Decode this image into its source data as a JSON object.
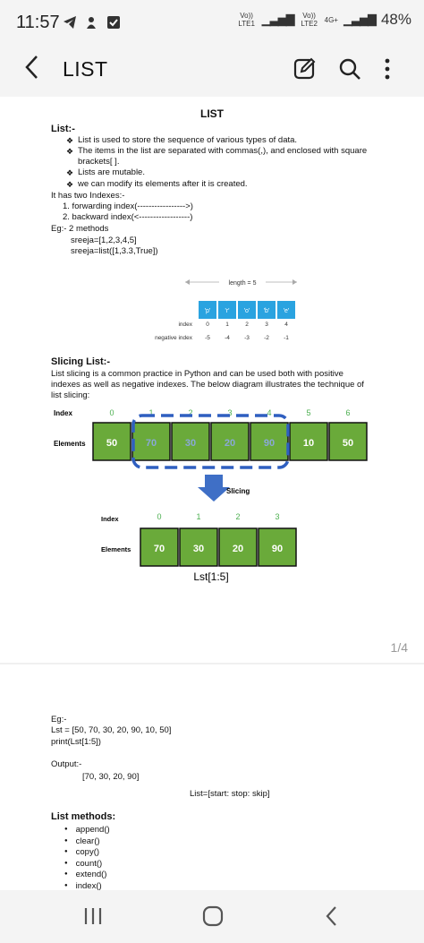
{
  "status": {
    "time": "11:57",
    "left_icons": [
      "telegram-icon",
      "bluetooth-like-icon",
      "checkbox-icon"
    ],
    "sim1": "Vo)) LTE1",
    "sim2": "Vo)) LTE2",
    "net_type": "4G+",
    "battery": "48%"
  },
  "appbar": {
    "title": "LIST",
    "back_icon": "back-arrow-icon",
    "actions": [
      "edit-icon",
      "search-icon",
      "more-vert-icon"
    ]
  },
  "page1": {
    "title": "LIST",
    "section1_heading": "List:-",
    "bullets": [
      "List is used to store the sequence of various types of data.",
      "The items in the list are separated with commas(,), and enclosed with square",
      "brackets[ ].",
      "Lists are mutable.",
      "we can modify its elements after it is created."
    ],
    "indexes_intro": "It has two Indexes:-",
    "index_items": [
      "1.  forwarding index(----------------->)",
      "2.  backward index(<------------------)"
    ],
    "example_title": "Eg:- 2 methods",
    "example_lines": [
      "sreeja=[1,2,3,4,5]",
      "sreeja=list([1,3.3,True])"
    ],
    "diagram1": {
      "length_label": "length = 5",
      "cells": [
        "'p'",
        "'r'",
        "'o'",
        "'b'",
        "'e'"
      ],
      "index_label": "index",
      "neg_label": "negative index",
      "indexes": [
        "0",
        "1",
        "2",
        "3",
        "4"
      ],
      "neg_indexes": [
        "-5",
        "-4",
        "-3",
        "-2",
        "-1"
      ]
    },
    "section2_heading": "Slicing List:-",
    "slicing_text": [
      "List slicing is a common practice in Python and can be used both with positive",
      "indexes as well as negative indexes. The below diagram illustrates the technique of",
      "list slicing:"
    ],
    "diagram2": {
      "index_label": "Index",
      "elements_label": "Elements",
      "top_indexes": [
        "0",
        "1",
        "2",
        "3",
        "4",
        "5",
        "6"
      ],
      "top_values": [
        "50",
        "70",
        "30",
        "20",
        "90",
        "10",
        "50"
      ],
      "slicing_label": "Slicing",
      "bottom_indexes": [
        "0",
        "1",
        "2",
        "3"
      ],
      "bottom_values": [
        "70",
        "30",
        "20",
        "90"
      ],
      "caption": "Lst[1:5]"
    },
    "page_indicator": "1/4"
  },
  "page2": {
    "eg": "Eg:-",
    "code1": "Lst = [50, 70, 30, 20, 90, 10, 50]",
    "code2": "print(Lst[1:5])",
    "output_label": "Output:-",
    "output_value": "[70, 30, 20, 90]",
    "syntax": "List=[start: stop: skip]",
    "methods_heading": "List methods:",
    "methods": [
      "append()",
      "clear()",
      "copy()",
      "count()",
      "extend()",
      "index()"
    ]
  },
  "navbar": {
    "icons": [
      "recent-apps-icon",
      "home-icon",
      "back-icon"
    ]
  },
  "colors": {
    "cell_blue": "#2aa3e0",
    "cell_green": "#6aaa3a",
    "arrow_blue": "#3f6fc6",
    "dash_blue": "#2f5fc0",
    "index_green": "#4caf50"
  }
}
